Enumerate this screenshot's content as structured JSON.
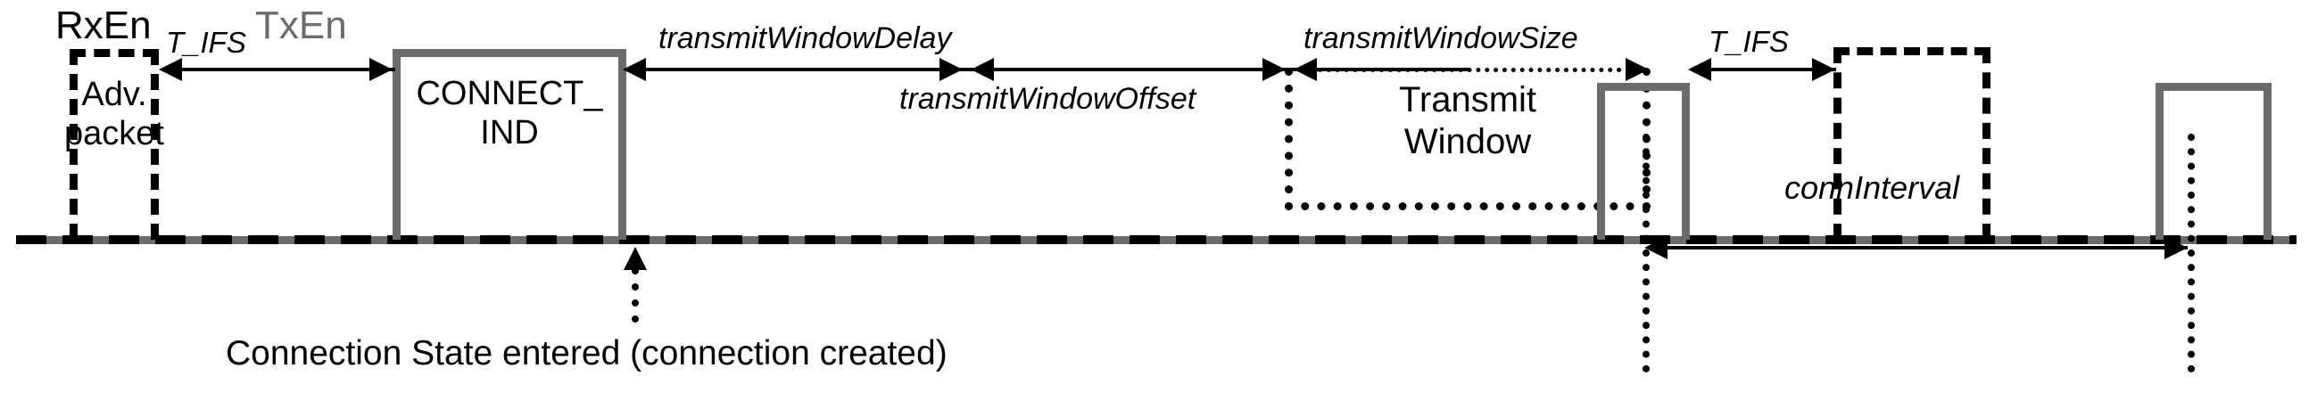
{
  "diagram": {
    "title": "BLE Connection Establishment Timing",
    "colors": {
      "rx_enable": "#000000",
      "tx_enable": "#6b6b6b",
      "background": "#ffffff"
    },
    "signals": [
      {
        "name": "RxEn",
        "label": "RxEn",
        "style": "dashed",
        "color": "#000000"
      },
      {
        "name": "TxEn",
        "label": "TxEn",
        "style": "solid",
        "color": "#6b6b6b"
      }
    ],
    "packets": [
      {
        "id": "adv-packet",
        "line1": "Adv.",
        "line2": "packet",
        "signal": "RxEn"
      },
      {
        "id": "connect-ind",
        "line1": "CONNECT_",
        "line2": "IND",
        "signal": "TxEn"
      },
      {
        "id": "transmit-window",
        "line1": "Transmit",
        "line2": "Window",
        "signal": "window"
      }
    ],
    "intervals": [
      {
        "id": "t-ifs-1",
        "label": "T_IFS"
      },
      {
        "id": "transmit-window-delay",
        "label": "transmitWindowDelay"
      },
      {
        "id": "transmit-window-offset",
        "label": "transmitWindowOffset"
      },
      {
        "id": "transmit-window-size",
        "label": "transmitWindowSize"
      },
      {
        "id": "t-ifs-2",
        "label": "T_IFS"
      },
      {
        "id": "conn-interval",
        "label": "connInterval"
      }
    ],
    "annotations": [
      {
        "id": "connection-state",
        "text": "Connection State entered (connection created)"
      }
    ]
  }
}
